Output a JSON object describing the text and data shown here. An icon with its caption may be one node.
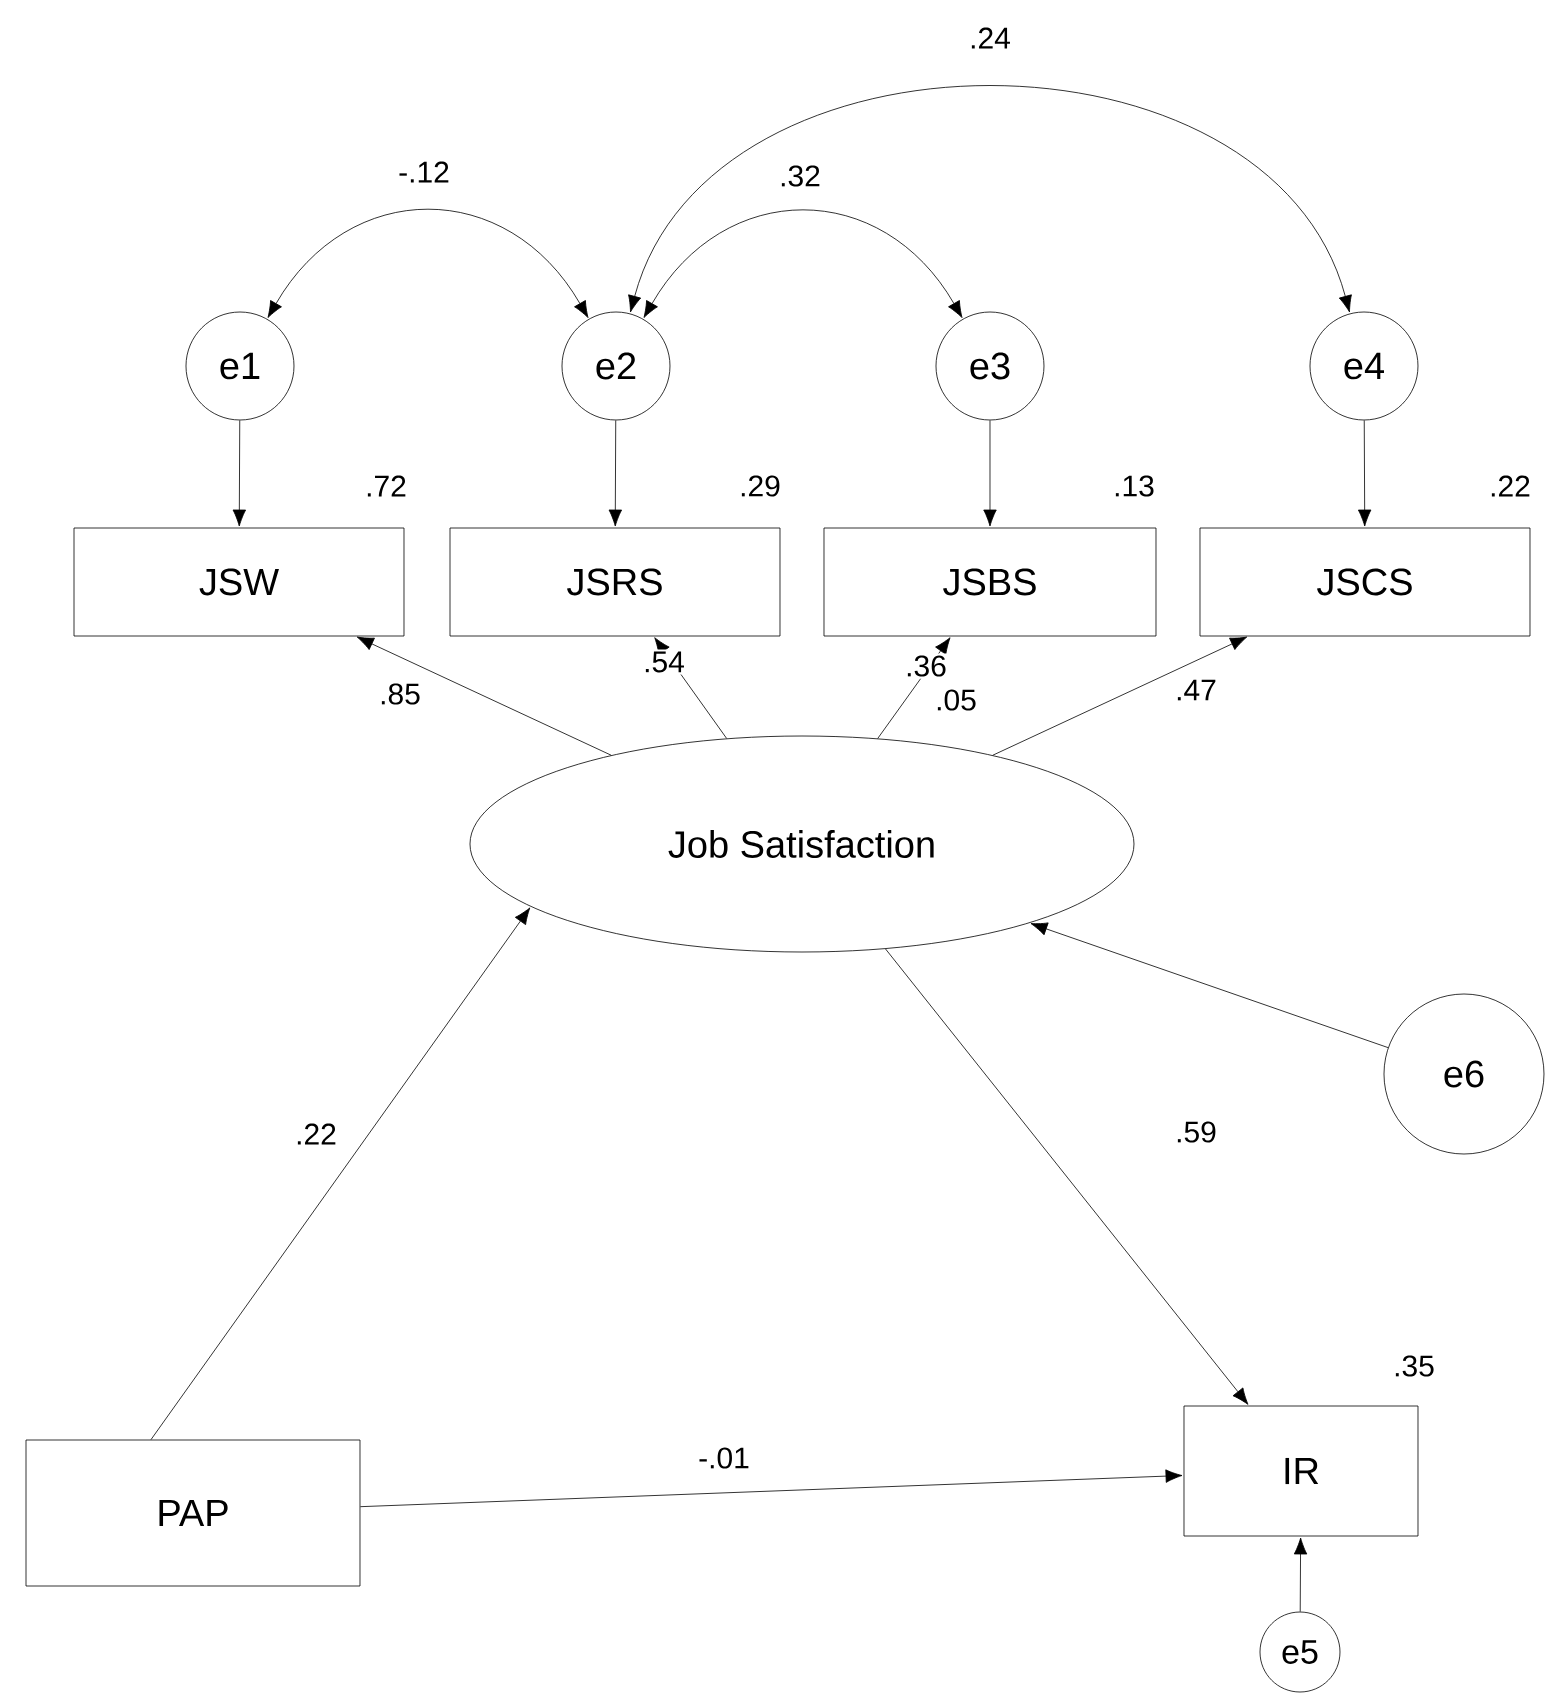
{
  "diagram": {
    "nodes": [
      {
        "text": [
          "e1"
        ]
      },
      {
        "text": [
          "e2"
        ]
      },
      {
        "text": [
          "e3"
        ]
      },
      {
        "text": [
          "e4"
        ]
      },
      {
        "text": [
          "JSW"
        ],
        "beside": [
          ".72"
        ]
      },
      {
        "text": [
          "JSRS"
        ],
        "beside": [
          ".29"
        ]
      },
      {
        "text": [
          "JSBS"
        ],
        "beside": [
          ".13"
        ]
      },
      {
        "text": [
          "JSCS"
        ],
        "beside": [
          ".22"
        ]
      },
      {
        "text": [
          "Job Satisfaction"
        ]
      },
      {
        "text": [
          "e6"
        ]
      },
      {
        "text": [
          "PAP"
        ]
      },
      {
        "text": [
          "IR"
        ],
        "beside": [
          ".35"
        ]
      },
      {
        "text": [
          "e5"
        ]
      }
    ],
    "edges": [
      {
        "from": 0,
        "to": 1,
        "arrow": "both",
        "label": "-.12"
      },
      {
        "from": 1,
        "to": 2,
        "arrow": "both",
        "label": ".32"
      },
      {
        "from": 1,
        "to": 3,
        "arrow": "both",
        "label": ".24"
      },
      {
        "from": 0,
        "to": 4,
        "arrow": "to"
      },
      {
        "from": 1,
        "to": 5,
        "arrow": "to"
      },
      {
        "from": 2,
        "to": 6,
        "arrow": "to"
      },
      {
        "from": 3,
        "to": 7,
        "arrow": "to"
      },
      {
        "from": 8,
        "to": 4,
        "arrow": "to",
        "label": ".85"
      },
      {
        "from": 8,
        "to": 5,
        "arrow": "to",
        "label": ".54"
      },
      {
        "from": 8,
        "to": 6,
        "arrow": "to",
        "label": ".36"
      },
      {
        "from": 8,
        "to": 7,
        "arrow": "to",
        "label": ".47"
      },
      {
        "from": 9,
        "to": 8,
        "arrow": "to"
      },
      {
        "from": 10,
        "to": 8,
        "arrow": "to",
        "label": ".22"
      },
      {
        "from": 8,
        "to": 11,
        "arrow": "to",
        "label": ".59"
      },
      {
        "from": 10,
        "to": 11,
        "arrow": "to",
        "label": "-.01"
      },
      {
        "from": 12,
        "to": 11,
        "arrow": "to"
      }
    ],
    "labels": [
      ".05"
    ]
  }
}
